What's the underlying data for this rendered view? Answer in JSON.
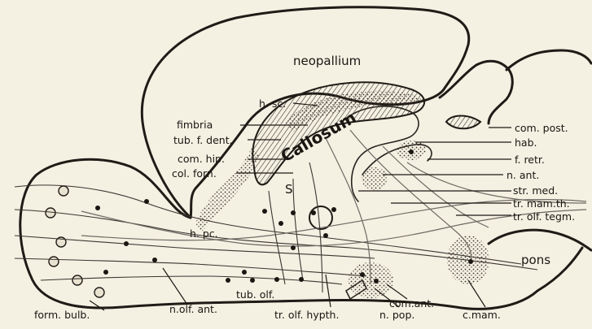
{
  "diagram": {
    "labels": {
      "neopallium": "neopallium",
      "h_sc": "h. sc.",
      "fimbria": "fimbria",
      "tub_f_dent": "tub. f. dent.",
      "com_hip": "com. hip.",
      "col_forn": "col. forn.",
      "callosum": "Callosum",
      "s": "S",
      "h_pc": "h. pc.",
      "com_post": "com. post.",
      "hab": "hab.",
      "f_retr": "f. retr.",
      "n_ant": "n. ant.",
      "str_med": "str. med.",
      "tr_mam_th": "tr. mam.th.",
      "tr_olf_tegm": "tr. olf. tegm.",
      "pons": "pons",
      "form_bulb": "form. bulb.",
      "n_olf_ant": "n.olf. ant.",
      "tub_olf": "tub. olf.",
      "tr_olf_hypth": "tr. olf. hypth.",
      "com_ant": "com.ant.",
      "n_pop": "n. pop.",
      "c_mam": "c.mam."
    }
  }
}
